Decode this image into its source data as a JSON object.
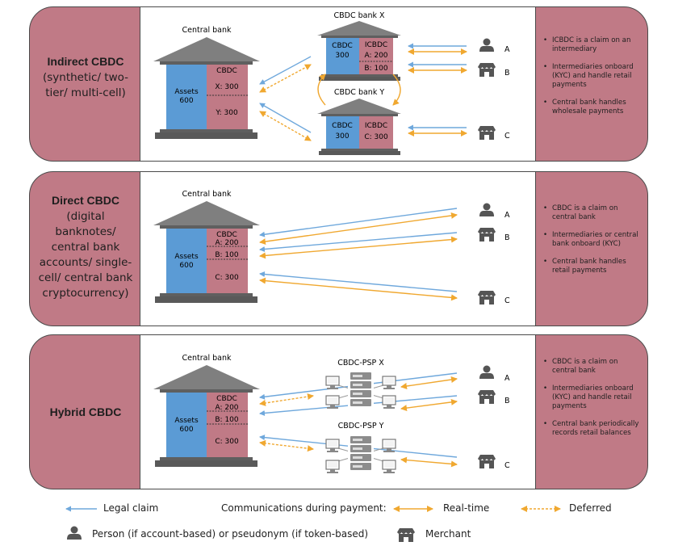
{
  "panels": [
    {
      "title_main": "Indirect CBDC",
      "title_sub": "(synthetic/ two-tier/ multi-cell)",
      "central_bank": {
        "name": "Central bank",
        "assets": "Assets 600",
        "cbdc": "CBDC",
        "rows": [
          "X: 300",
          "Y: 300"
        ]
      },
      "bank_x": {
        "name": "CBDC bank X",
        "cbdc": "CBDC 300",
        "icbdc": "ICBDC",
        "rows": [
          "A: 200",
          "B: 100"
        ]
      },
      "bank_y": {
        "name": "CBDC bank Y",
        "cbdc": "CBDC 300",
        "icbdc": "ICBDC",
        "rows": [
          "C: 300"
        ]
      },
      "users": [
        "A",
        "B",
        "C"
      ],
      "notes": [
        "ICBDC is a claim on an intermediary",
        "Intermediaries onboard (KYC) and handle retail payments",
        "Central bank handles wholesale payments"
      ]
    },
    {
      "title_main": "Direct CBDC",
      "title_sub": "(digital banknotes/ central bank accounts/ single-cell/ central bank cryptocurrency)",
      "central_bank": {
        "name": "Central bank",
        "assets": "Assets 600",
        "cbdc": "CBDC",
        "rows": [
          "A: 200",
          "B: 100",
          "C: 300"
        ]
      },
      "users": [
        "A",
        "B",
        "C"
      ],
      "notes": [
        "CBDC is a claim on central bank",
        "Intermediaries or central bank onboard (KYC)",
        "Central bank handles retail payments"
      ]
    },
    {
      "title_main": "Hybrid CBDC",
      "central_bank": {
        "name": "Central bank",
        "assets": "Assets 600",
        "cbdc": "CBDC",
        "rows": [
          "A: 200",
          "B: 100",
          "C: 300"
        ]
      },
      "psp_x": "CBDC-PSP X",
      "psp_y": "CBDC-PSP Y",
      "users": [
        "A",
        "B",
        "C"
      ],
      "notes": [
        "CBDC is a claim on central bank",
        "Intermediaries onboard (KYC) and handle retail payments",
        "Central bank periodically records retail balances"
      ]
    }
  ],
  "legend": {
    "legal_claim": "Legal claim",
    "communications": "Communications during payment:",
    "realtime": "Real-time",
    "deferred": "Deferred",
    "person": "Person (if account-based) or pseudonym (if token-based)",
    "merchant": "Merchant"
  },
  "colors": {
    "panel": "#c07a86",
    "blue": "#5b9bd5",
    "rose": "#c07a86",
    "roof": "#7f7f7f",
    "base": "#595959",
    "orange": "#f0a830",
    "arrow_blue": "#6fa8dc"
  }
}
